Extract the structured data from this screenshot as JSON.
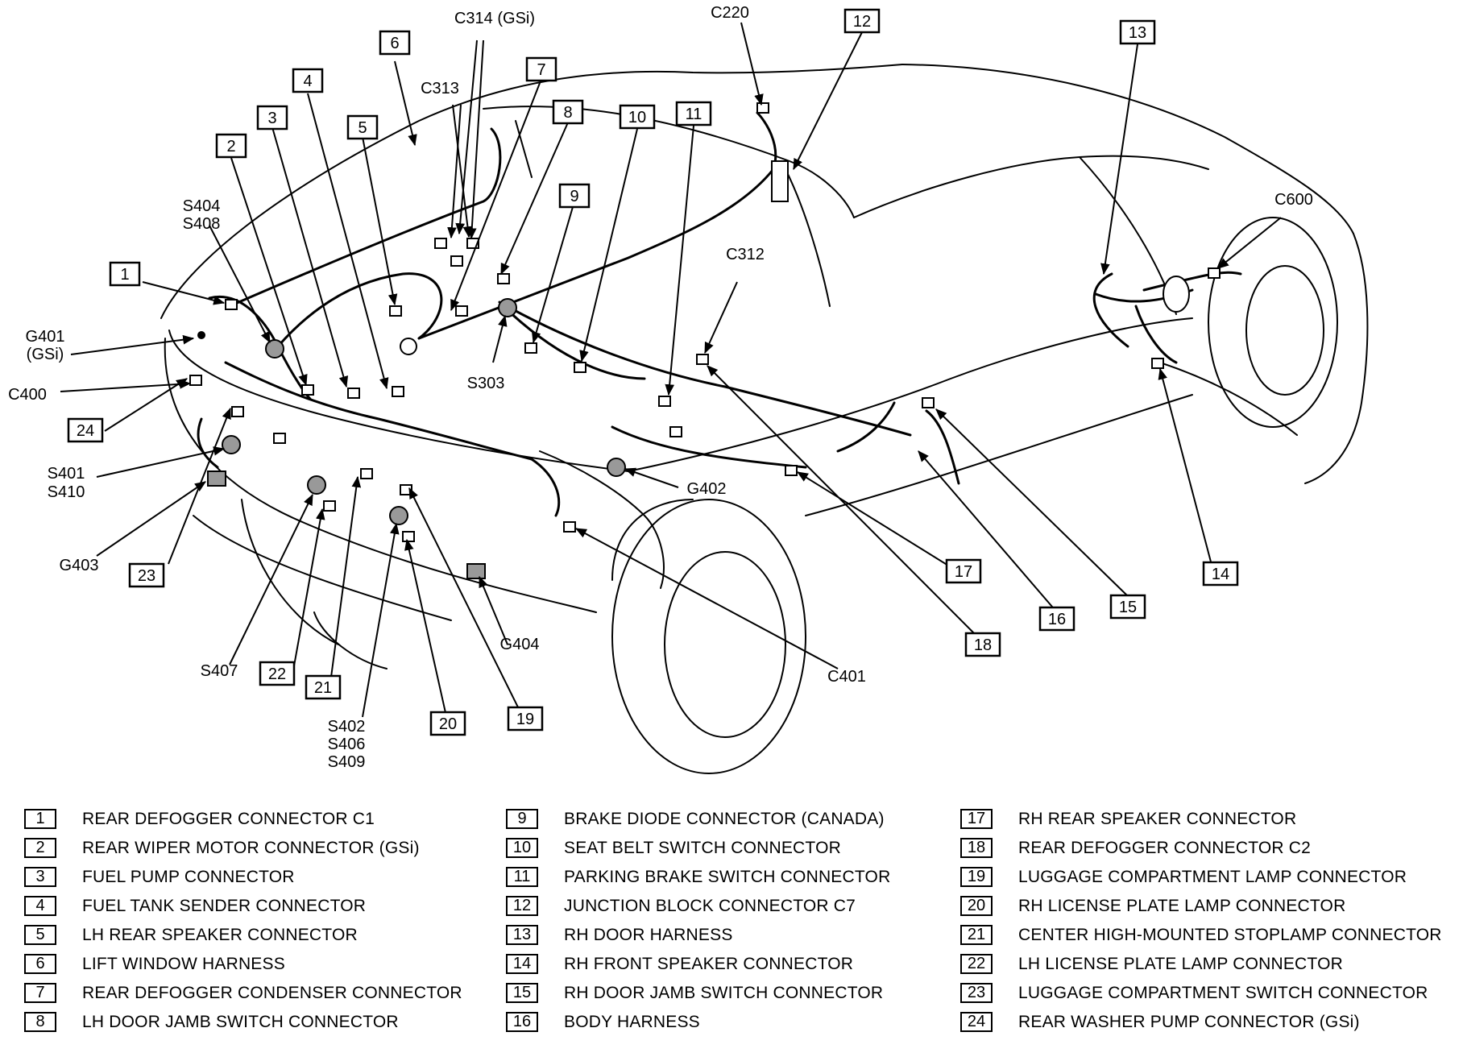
{
  "diagram": {
    "callouts": [
      {
        "num": "1"
      },
      {
        "num": "2"
      },
      {
        "num": "3"
      },
      {
        "num": "4"
      },
      {
        "num": "5"
      },
      {
        "num": "6"
      },
      {
        "num": "7"
      },
      {
        "num": "8"
      },
      {
        "num": "9"
      },
      {
        "num": "10"
      },
      {
        "num": "11"
      },
      {
        "num": "12"
      },
      {
        "num": "13"
      },
      {
        "num": "14"
      },
      {
        "num": "15"
      },
      {
        "num": "16"
      },
      {
        "num": "17"
      },
      {
        "num": "18"
      },
      {
        "num": "19"
      },
      {
        "num": "20"
      },
      {
        "num": "21"
      },
      {
        "num": "22"
      },
      {
        "num": "23"
      },
      {
        "num": "24"
      }
    ],
    "text_labels": [
      {
        "id": "c314",
        "text": "C314 (GSi)"
      },
      {
        "id": "c220",
        "text": "C220"
      },
      {
        "id": "c313",
        "text": "C313"
      },
      {
        "id": "s404",
        "text": "S404"
      },
      {
        "id": "s408",
        "text": "S408"
      },
      {
        "id": "c600",
        "text": "C600"
      },
      {
        "id": "c312",
        "text": "C312"
      },
      {
        "id": "g401",
        "text": "G401"
      },
      {
        "id": "g401b",
        "text": "(GSi)"
      },
      {
        "id": "c400",
        "text": "C400"
      },
      {
        "id": "s303",
        "text": "S303"
      },
      {
        "id": "s401",
        "text": "S401"
      },
      {
        "id": "s410",
        "text": "S410"
      },
      {
        "id": "g402",
        "text": "G402"
      },
      {
        "id": "g403",
        "text": "G403"
      },
      {
        "id": "g404",
        "text": "G404"
      },
      {
        "id": "c401",
        "text": "C401"
      },
      {
        "id": "s407",
        "text": "S407"
      },
      {
        "id": "s402",
        "text": "S402"
      },
      {
        "id": "s406",
        "text": "S406"
      },
      {
        "id": "s409",
        "text": "S409"
      }
    ]
  },
  "legend": [
    {
      "num": "1",
      "label": "REAR DEFOGGER CONNECTOR C1"
    },
    {
      "num": "2",
      "label": "REAR WIPER MOTOR CONNECTOR (GSi)"
    },
    {
      "num": "3",
      "label": "FUEL PUMP CONNECTOR"
    },
    {
      "num": "4",
      "label": "FUEL TANK SENDER CONNECTOR"
    },
    {
      "num": "5",
      "label": "LH REAR SPEAKER CONNECTOR"
    },
    {
      "num": "6",
      "label": "LIFT WINDOW HARNESS"
    },
    {
      "num": "7",
      "label": "REAR DEFOGGER CONDENSER CONNECTOR"
    },
    {
      "num": "8",
      "label": "LH DOOR JAMB SWITCH CONNECTOR"
    },
    {
      "num": "9",
      "label": "BRAKE DIODE CONNECTOR (CANADA)"
    },
    {
      "num": "10",
      "label": "SEAT BELT SWITCH CONNECTOR"
    },
    {
      "num": "11",
      "label": "PARKING BRAKE SWITCH CONNECTOR"
    },
    {
      "num": "12",
      "label": "JUNCTION BLOCK CONNECTOR C7"
    },
    {
      "num": "13",
      "label": "RH DOOR HARNESS"
    },
    {
      "num": "14",
      "label": "RH FRONT SPEAKER CONNECTOR"
    },
    {
      "num": "15",
      "label": "RH DOOR JAMB SWITCH CONNECTOR"
    },
    {
      "num": "16",
      "label": "BODY HARNESS"
    },
    {
      "num": "17",
      "label": "RH REAR SPEAKER CONNECTOR"
    },
    {
      "num": "18",
      "label": "REAR DEFOGGER CONNECTOR C2"
    },
    {
      "num": "19",
      "label": "LUGGAGE COMPARTMENT LAMP CONNECTOR"
    },
    {
      "num": "20",
      "label": "RH LICENSE PLATE LAMP CONNECTOR"
    },
    {
      "num": "21",
      "label": "CENTER HIGH-MOUNTED STOPLAMP CONNECTOR"
    },
    {
      "num": "22",
      "label": "LH LICENSE PLATE LAMP CONNECTOR"
    },
    {
      "num": "23",
      "label": "LUGGAGE COMPARTMENT SWITCH CONNECTOR"
    },
    {
      "num": "24",
      "label": "REAR WASHER PUMP CONNECTOR (GSi)"
    }
  ]
}
